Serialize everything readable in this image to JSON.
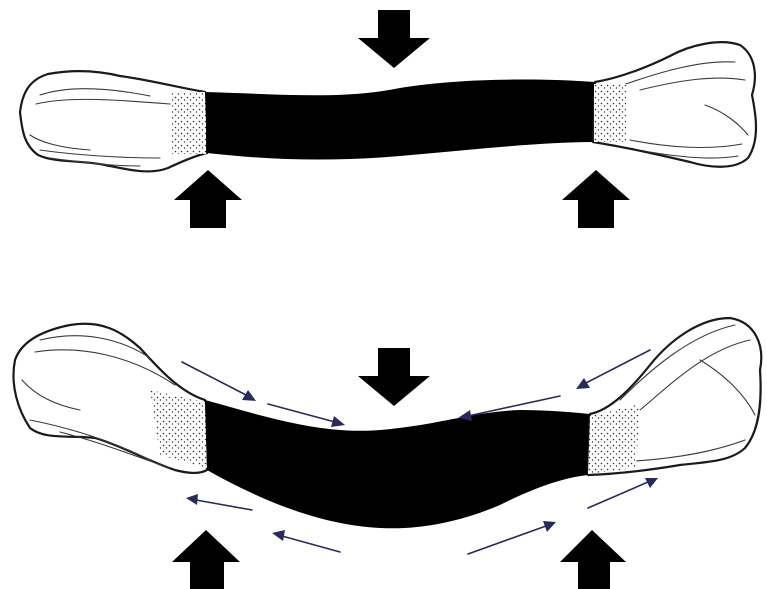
{
  "figure": {
    "panels": [
      {
        "id": "straight-bone",
        "state": "unloaded",
        "load_arrows": [
          "down-center",
          "up-left",
          "up-right"
        ]
      },
      {
        "id": "bent-bone",
        "state": "bending",
        "load_arrows": [
          "down-center",
          "up-left",
          "up-right"
        ],
        "stress_arrows_top": "compression",
        "stress_arrows_bottom": "tension"
      }
    ],
    "colors": {
      "shaft": "#000000",
      "outline": "#1a1a1a",
      "stress_arrows": "#2a2a5a",
      "background": "#ffffff"
    },
    "icons": [
      "down-arrow-icon",
      "up-arrow-icon"
    ]
  }
}
